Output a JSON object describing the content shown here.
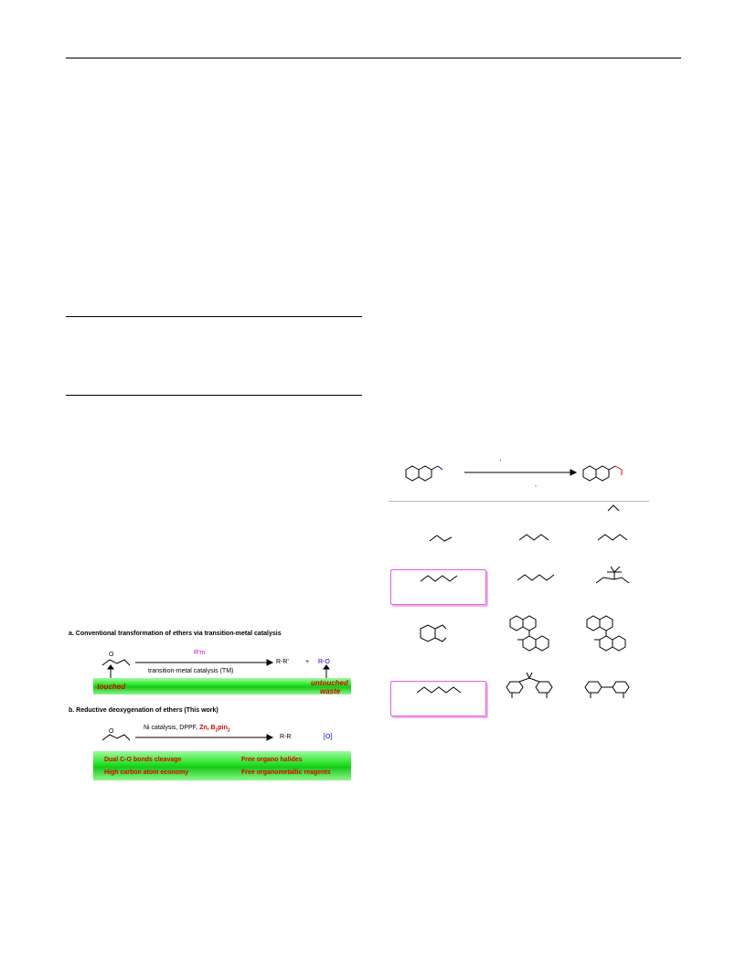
{
  "scheme1": {
    "title_a": "a. Conventional transformation of ethers via transition-metal catalysis",
    "reagent_a": "R'm",
    "condition_a": "transition-metal catalysis (TM)",
    "product_a": "R-R'",
    "plus": "+",
    "byproduct_a": "R-O",
    "label_touched": "touched",
    "label_untouched": "untouched",
    "label_waste": "waste",
    "title_b": "b. Reductive deoxygenation of ethers (This work)",
    "condition_b_prefix": "Ni catalysis, DPPF,",
    "condition_b_zn": "Zn",
    "condition_b_sep": ",",
    "condition_b_bpin": "B",
    "condition_b_bpin_sub": "2",
    "condition_b_pin": "pin",
    "condition_b_pin_sub": "2",
    "product_b": "R-R",
    "byproduct_b": "[O]",
    "feature_1": "Dual C-O bonds cleavage",
    "feature_2": "Free organo halides",
    "feature_3": "High carbon atom economy",
    "feature_4": "Free organometallic reagents"
  },
  "table1": {
    "arrow_top_mark": "'",
    "arrow_bottom_mark": ","
  },
  "colors": {
    "accent_red": "#e00000",
    "accent_magenta": "#d000d0",
    "accent_blue": "#0000d0",
    "bar_green": "#22e022",
    "highlight_box": "#e060e0"
  }
}
